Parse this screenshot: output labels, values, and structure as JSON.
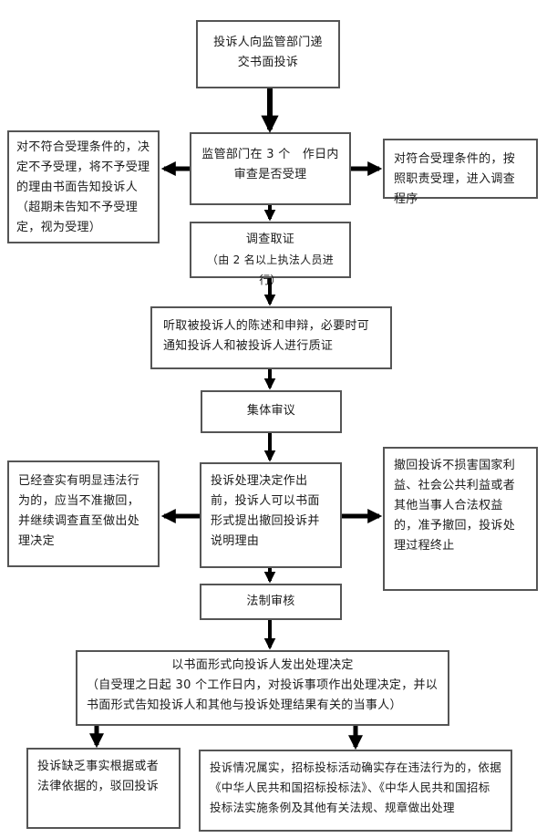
{
  "flowchart": {
    "nodes": {
      "submit": {
        "lines": [
          "投诉人向监管部门递",
          "交书面投诉"
        ]
      },
      "review": {
        "lines": [
          "监管部门在 3 个　作日内",
          "审查是否受理"
        ]
      },
      "reject": {
        "lines": [
          "对不符合受理条件的，决定不予受理，将不予受理的理由书面告知投诉人（超期未告知不予受理定，视为受理）"
        ]
      },
      "accept": {
        "lines": [
          "对符合受理条件的，按照职责受理，进入调查程序"
        ]
      },
      "investigate": {
        "lines": [
          "调查取证",
          "（由 2 名以上执法人员进行）"
        ]
      },
      "hearing": {
        "lines": [
          "听取被投诉人的陈述和申辩，必要时可通知投诉人和被投诉人进行质证"
        ]
      },
      "collective": {
        "lines": [
          "集体审议"
        ]
      },
      "withdraw": {
        "lines": [
          "投诉处理决定作出前，投诉人可以书面形式提出撤回投诉并说明理由"
        ]
      },
      "no_withdraw": {
        "lines": [
          "已经查实有明显违法行为的，应当不准撤回，并继续调查直至做出处理决定"
        ]
      },
      "allow_withdraw": {
        "lines": [
          "撤回投诉不损害国家利益、社会公共利益或者其他当事人合法权益的，准予撤回，投诉处理过程终止"
        ]
      },
      "legal_review": {
        "lines": [
          "法制审核"
        ]
      },
      "decision": {
        "lines": [
          "以书面形式向投诉人发出处理决定",
          "（自受理之日起 30 个工作日内，对投诉事项作出处理决定，并以书面形式告知投诉人和其他与投诉处理结果有关的当事人）"
        ]
      },
      "dismiss": {
        "lines": [
          "投诉缺乏事实根据或者法律依据的，驳回投诉"
        ]
      },
      "handle": {
        "lines": [
          "投诉情况属实，招标投标活动确实存在违法行为的，依据《中华人民共和国招标投标法》、《中华人民共和国招标投标法实施条例及其他有关法规、规章做出处理"
        ]
      }
    },
    "edges": [
      {
        "from": "submit",
        "to": "review"
      },
      {
        "from": "review",
        "to": "reject"
      },
      {
        "from": "review",
        "to": "accept"
      },
      {
        "from": "review",
        "to": "investigate"
      },
      {
        "from": "investigate",
        "to": "hearing"
      },
      {
        "from": "hearing",
        "to": "collective"
      },
      {
        "from": "collective",
        "to": "withdraw"
      },
      {
        "from": "withdraw",
        "to": "no_withdraw"
      },
      {
        "from": "withdraw",
        "to": "allow_withdraw"
      },
      {
        "from": "withdraw",
        "to": "legal_review"
      },
      {
        "from": "legal_review",
        "to": "decision"
      },
      {
        "from": "decision",
        "to": "dismiss"
      },
      {
        "from": "decision",
        "to": "handle"
      }
    ]
  }
}
